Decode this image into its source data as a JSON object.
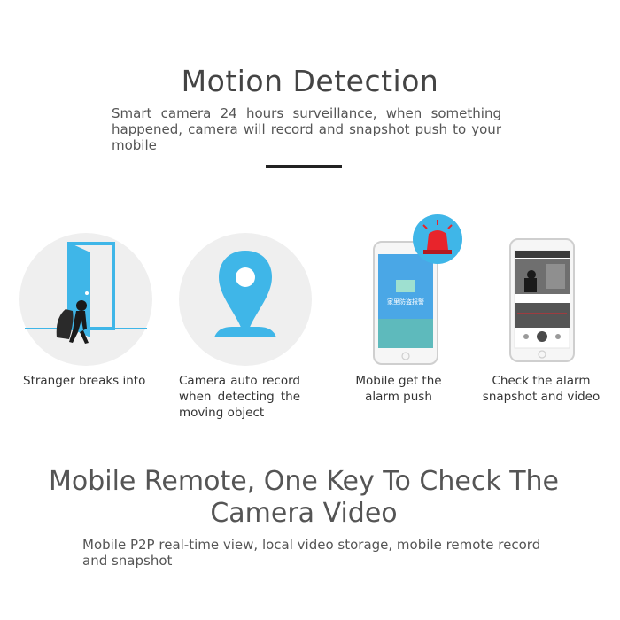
{
  "section1": {
    "title": "Motion Detection",
    "subtitle": "Smart camera 24 hours surveillance, when something happened, camera will record and snapshot push to your mobile"
  },
  "steps": [
    {
      "caption": "Stranger breaks into",
      "icon": "intruder-door-icon"
    },
    {
      "caption": "Camera auto record when detecting the moving object",
      "icon": "camera-icon"
    },
    {
      "caption": "Mobile get the alarm push",
      "icon": "phone-alarm-icon",
      "screen_text": "家里防盗报警"
    },
    {
      "caption": "Check the alarm snapshot and video",
      "icon": "phone-video-icon"
    }
  ],
  "section2": {
    "title": "Mobile Remote, One Key To Check The Camera Video",
    "subtitle": "Mobile P2P real-time view, local video storage, mobile remote record and snapshot"
  },
  "colors": {
    "accent": "#3fb6e8",
    "alarm_red": "#e8242b",
    "circle_bg": "#efefef",
    "title": "#444444"
  }
}
